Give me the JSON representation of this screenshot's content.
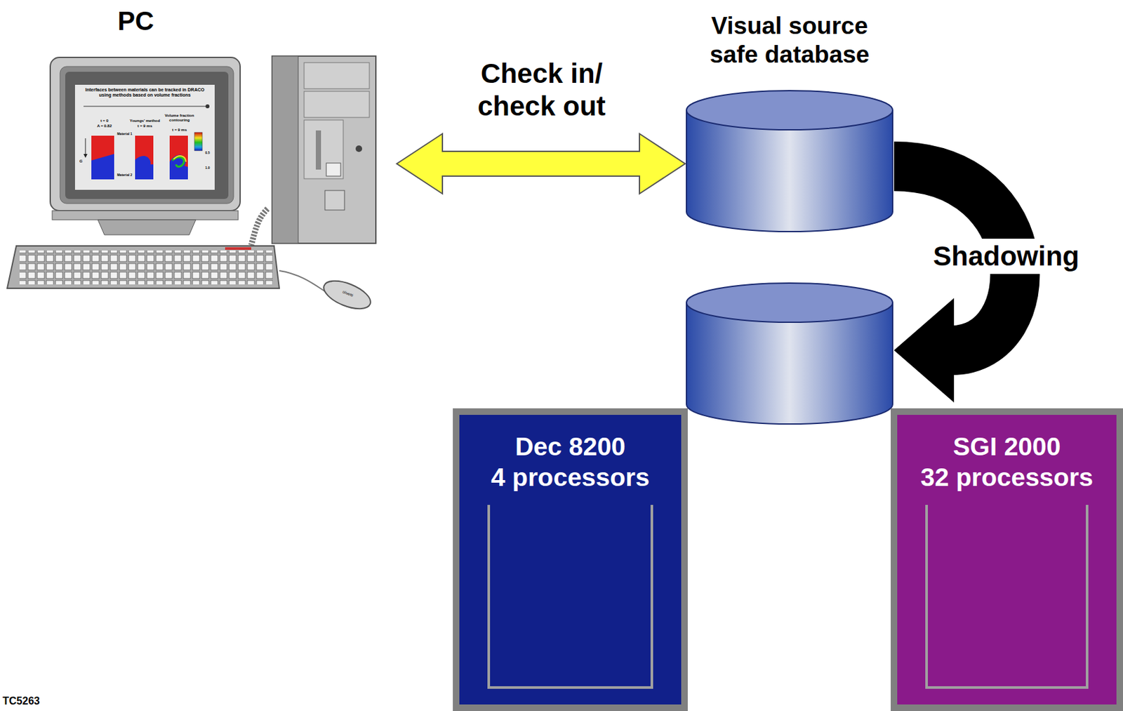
{
  "diagram": {
    "nodes": [
      {
        "text": [
          "PC"
        ]
      },
      {
        "text": [
          "Visual source safe database"
        ]
      },
      {
        "text": []
      },
      {
        "text": [
          "Dec 8200",
          "4 processors"
        ]
      },
      {
        "text": [
          "SGI 2000",
          "32 processors"
        ]
      }
    ],
    "edges": [
      {
        "from": 0,
        "to": 1,
        "arrow": "both",
        "label": "Check in/ check out"
      },
      {
        "from": 1,
        "to": 2,
        "arrow": "to",
        "label": "Shadowing"
      }
    ],
    "labels": [
      "Interfaces between materials can be tracked in DRACO using methods based on volume fractions",
      "t = 0",
      "A = 0.82",
      "Youngs' method",
      "t = 9 ms",
      "Volume fraction contouring",
      "t = 9 ms",
      "Material 1",
      "Material 2",
      "G",
      "0.5",
      "1.0",
      "olivetti",
      "TC5263"
    ]
  }
}
